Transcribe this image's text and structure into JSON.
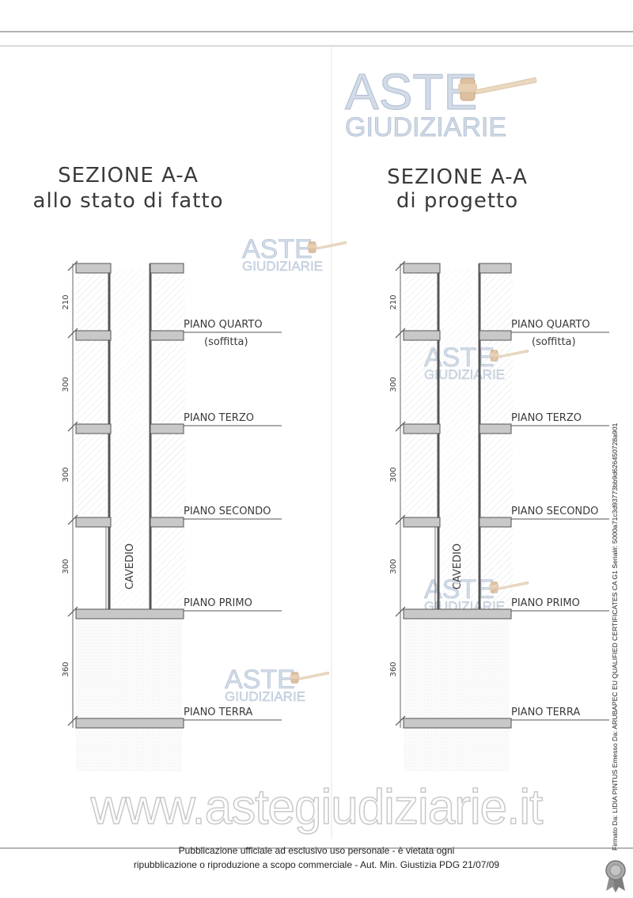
{
  "watermark": {
    "aste": "ASTE",
    "giudiziarie": "GIUDIZIARIE",
    "site_url": "www.astegiudiziarie.it"
  },
  "drawing_left": {
    "title_line1": "SEZIONE A-A",
    "title_line2": "allo stato di fatto"
  },
  "drawing_right": {
    "title_line1": "SEZIONE A-A",
    "title_line2": "di progetto"
  },
  "floors": {
    "quarto": "PIANO QUARTO",
    "soffitta": "(soffitta)",
    "terzo": "PIANO TERZO",
    "secondo": "PIANO SECONDO",
    "primo": "PIANO PRIMO",
    "terra": "PIANO TERRA"
  },
  "shaft_label": "CAVEDIO",
  "dimensions": [
    "210",
    "300",
    "300",
    "300",
    "360"
  ],
  "footer": {
    "line1": "Pubblicazione ufficiale ad esclusivo uso personale - è vietata ogni",
    "line2": "ripubblicazione o riproduzione a scopo commerciale - Aut. Min. Giustizia PDG 21/07/09"
  },
  "signature": "Firmato Da: LIDIA PINTUS Emesso Da: ARUBAPEC EU QUALIFIED CERTIFICATES CA G1 Serial#: 5000a71c3d93773bb9d626450728a901"
}
